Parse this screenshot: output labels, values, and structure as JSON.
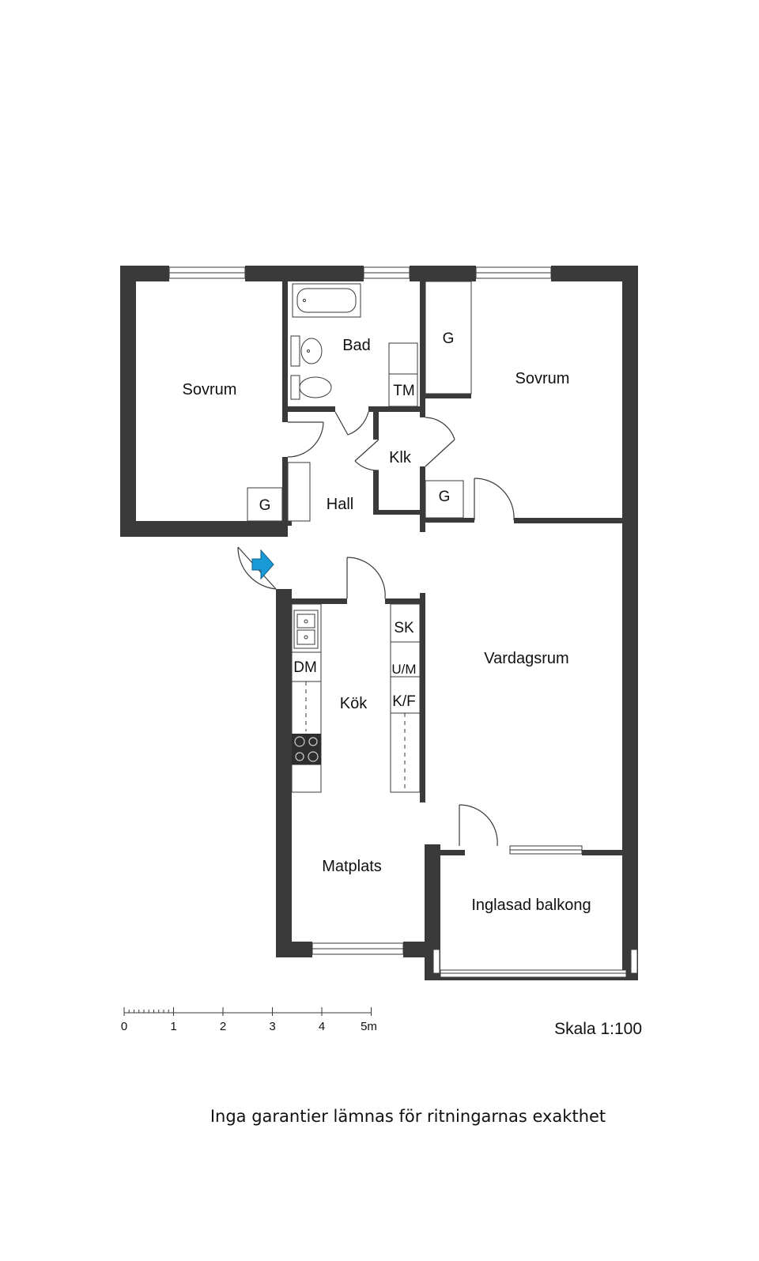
{
  "rooms": {
    "sovrum_left": "Sovrum",
    "bad": "Bad",
    "sovrum_right": "Sovrum",
    "hall": "Hall",
    "klk": "Klk",
    "vardagsrum": "Vardagsrum",
    "kok": "Kök",
    "matplats": "Matplats",
    "balkong": "Inglasad balkong"
  },
  "fixtures": {
    "g_left": "G",
    "g_bath": "G",
    "g_hall": "G",
    "tm": "TM",
    "sk": "SK",
    "um": "U/M",
    "kf": "K/F",
    "dm": "DM"
  },
  "scale_bar": {
    "ticks": [
      "0",
      "1",
      "2",
      "3",
      "4",
      "5m"
    ]
  },
  "scale_text": "Skala 1:100",
  "disclaimer": "Inga garantier lämnas för ritningarnas exakthet",
  "colors": {
    "wall": "#3a3a3a",
    "entrance_arrow": "#1a9ad6",
    "background": "#ffffff"
  }
}
